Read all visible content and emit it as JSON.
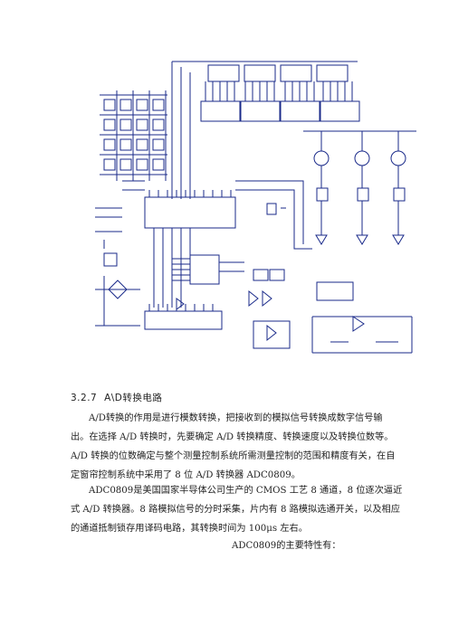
{
  "section": {
    "number": "3.2.7",
    "title": "A\\D转换电路"
  },
  "paragraphs": [
    {
      "lines": [
        "A/D转换的作用是进行模数转换，把接收到的模拟信号转换成数字信号输",
        "出。在选择 A/D 转换时，先要确定 A/D 转换精度、转换速度以及转换位数等。",
        "A/D 转换的位数确定与整个测量控制系统所需测量控制的范围和精度有关，在自",
        "定窗帘控制系统中采用了 8 位 A/D 转换器 ADC0809。"
      ]
    },
    {
      "lines": [
        "ADC0809是美国国家半导体公司生产的 CMOS 工艺 8 通道，8 位逐次逼近",
        "式 A/D 转换器。8 路模拟信号的分时采集，片内有 8 路模拟选通开关，以及相应",
        "的通道抵制锁存用译码电路，其转换时间为 100μs 左右。"
      ]
    }
  ],
  "features_intro": "ADC0809的主要特性有："
}
